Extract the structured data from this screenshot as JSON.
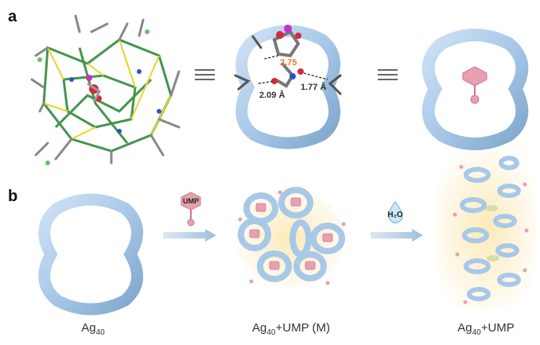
{
  "panels": {
    "a": {
      "label": "a",
      "dist1": "2.75",
      "dist2": "2.09 Å",
      "dist3": "1.77 Å"
    },
    "b": {
      "label": "b",
      "ump_label": "UMP",
      "water_label": "H₂O"
    }
  },
  "captions": {
    "ag40": {
      "main": "Ag",
      "sub": "40",
      "suffix": ""
    },
    "ag40_ump_m": {
      "main": "Ag",
      "sub": "40",
      "suffix": "+UMP (M)"
    },
    "ag40_ump": {
      "main": "Ag",
      "sub": "40",
      "suffix": "+UMP"
    }
  },
  "colors": {
    "cage_blue": "#a8c8e8",
    "cage_edge": "#7ea6cc",
    "ump_pink": "#e8a0b0",
    "glow": "#f8d98a",
    "arrow": "#9fbfdc"
  }
}
